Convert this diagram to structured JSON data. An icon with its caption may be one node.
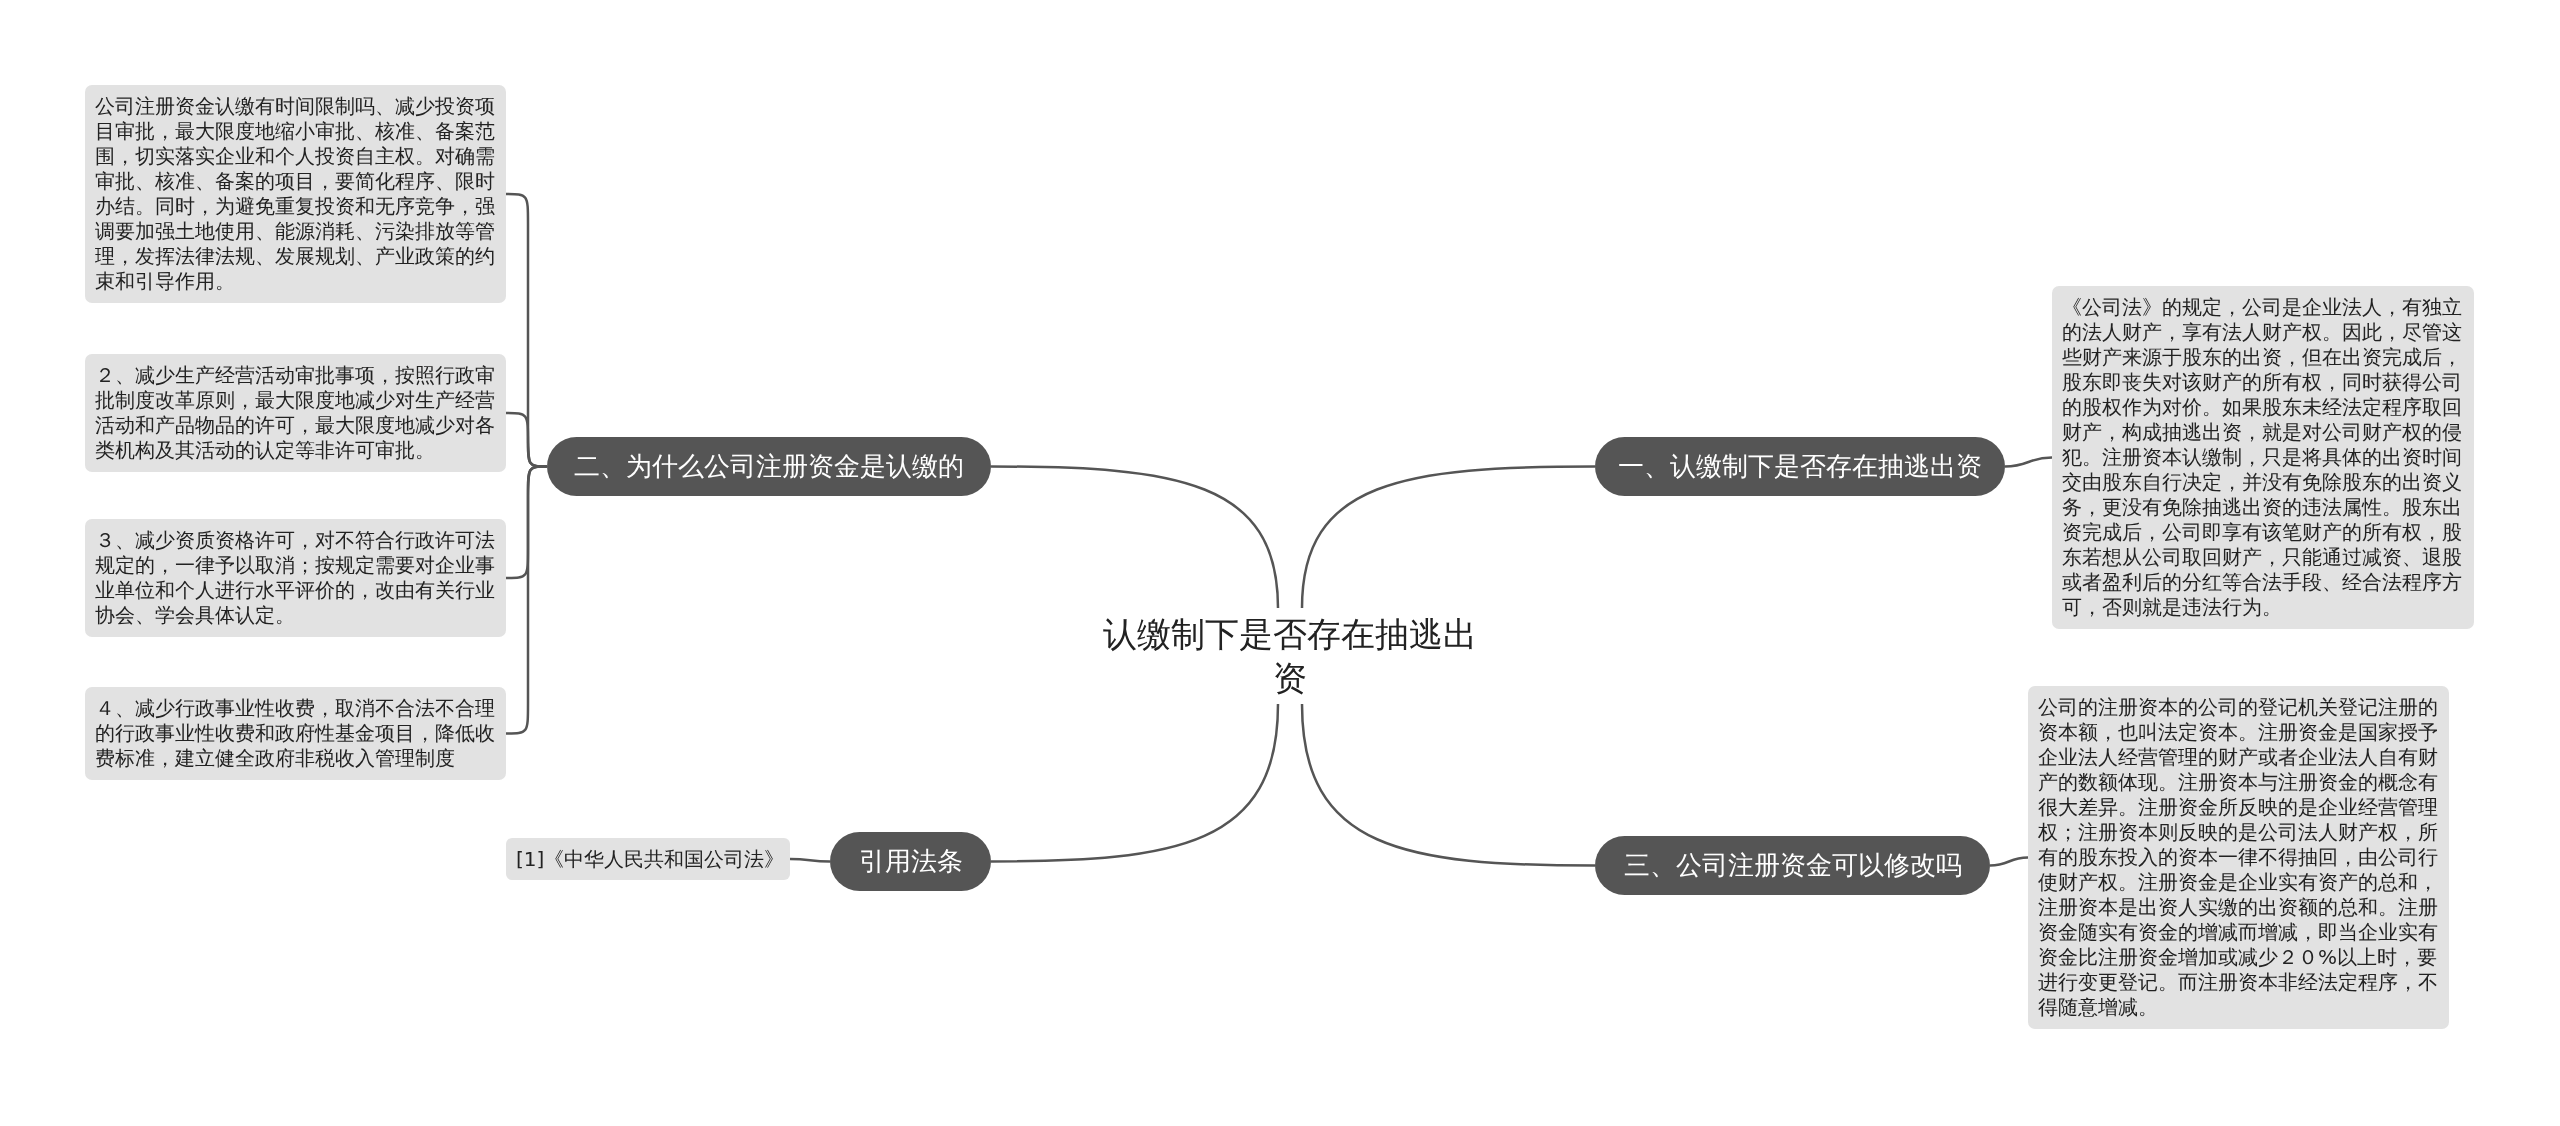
{
  "diagram": {
    "nodes": [
      {
        "text": [
          "认缴制下是否存在抽逃出资"
        ]
      },
      {
        "text": [
          "一、认缴制下是否存在抽逃出资"
        ]
      },
      {
        "text": [
          "《公司法》的规定，公司是企业法人，有独立的法人财产，享有法人财产权。因此，尽管这些财产来源于股东的出资，但在出资完成后，股东即丧失对该财产的所有权，同时获得公司的股权作为对价。如果股东未经法定程序取回财产，构成抽逃出资，就是对公司财产权的侵犯。注册资本认缴制，只是将具体的出资时间交由股东自行决定，并没有免除股东的出资义务，更没有免除抽逃出资的违法属性。股东出资完成后，公司即享有该笔财产的所有权，股东若想从公司取回财产，只能通过减资、退股或者盈利后的分红等合法手段、经合法程序方可，否则就是违法行为。"
        ]
      },
      {
        "text": [
          "三、公司注册资金可以修改吗"
        ]
      },
      {
        "text": [
          "公司的注册资本的公司的登记机关登记注册的资本额，也叫法定资本。注册资金是国家授予企业法人经营管理的财产或者企业法人自有财产的数额体现。注册资本与注册资金的概念有很大差异。注册资金所反映的是企业经营管理权；注册资本则反映的是公司法人财产权，所有的股东投入的资本一律不得抽回，由公司行使财产权。注册资金是企业实有资产的总和，注册资本是出资人实缴的出资额的总和。注册资金随实有资金的增减而增减，即当企业实有资金比注册资金增加或减少２０%以上时，要进行变更登记。而注册资本非经法定程序，不得随意增减。"
        ]
      },
      {
        "text": [
          "二、为什么公司注册资金是认缴的"
        ]
      },
      {
        "text": [
          "公司注册资金认缴有时间限制吗、减少投资项目审批，最大限度地缩小审批、核准、备案范围，切实落实企业和个人投资自主权。对确需审批、核准、备案的项目，要简化程序、限时办结。同时，为避免重复投资和无序竞争，强调要加强土地使用、能源消耗、污染排放等管理，发挥法律法规、发展规划、产业政策的约束和引导作用。"
        ]
      },
      {
        "text": [
          "２、减少生产经营活动审批事项，按照行政审批制度改革原则，最大限度地减少对生产经营活动和产品物品的许可，最大限度地减少对各类机构及其活动的认定等非许可审批。"
        ]
      },
      {
        "text": [
          "３、减少资质资格许可，对不符合行政许可法规定的，一律予以取消；按规定需要对企业事业单位和个人进行水平评价的，改由有关行业协会、学会具体认定。"
        ]
      },
      {
        "text": [
          "４、减少行政事业性收费，取消不合法不合理的行政事业性收费和政府性基金项目，降低收费标准，建立健全政府非税收入管理制度"
        ]
      },
      {
        "text": [
          "引用法条"
        ]
      },
      {
        "text": [
          "[1]《中华人民共和国公司法》"
        ]
      }
    ],
    "edges": [
      {
        "from": 0,
        "to": 1,
        "arrow": "none"
      },
      {
        "from": 1,
        "to": 2,
        "arrow": "none"
      },
      {
        "from": 0,
        "to": 3,
        "arrow": "none"
      },
      {
        "from": 3,
        "to": 4,
        "arrow": "none"
      },
      {
        "from": 0,
        "to": 5,
        "arrow": "none"
      },
      {
        "from": 5,
        "to": 6,
        "arrow": "none"
      },
      {
        "from": 5,
        "to": 7,
        "arrow": "none"
      },
      {
        "from": 5,
        "to": 8,
        "arrow": "none"
      },
      {
        "from": 5,
        "to": 9,
        "arrow": "none"
      },
      {
        "from": 0,
        "to": 10,
        "arrow": "none"
      },
      {
        "from": 10,
        "to": 11,
        "arrow": "none"
      }
    ]
  }
}
